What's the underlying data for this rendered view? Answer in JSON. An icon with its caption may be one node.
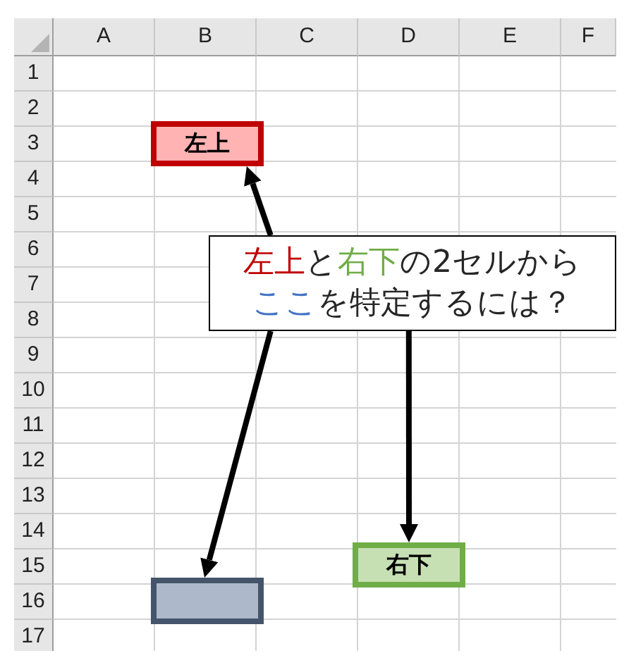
{
  "diagram": {
    "nodes": [
      {
        "text": [
          "左上"
        ]
      },
      {
        "text": [
          "左上と右下の2セルからここを特定するには？"
        ]
      },
      {
        "text": [
          "右下"
        ]
      },
      {
        "text": [],
        "shape": "box"
      }
    ],
    "edges": [
      {
        "from": 1,
        "to": 0,
        "arrow": "to"
      },
      {
        "from": 1,
        "to": 3,
        "arrow": "to"
      },
      {
        "from": 1,
        "to": 2,
        "arrow": "to"
      }
    ],
    "labels": [
      "A",
      "B",
      "C",
      "D",
      "E",
      "F",
      "1",
      "2",
      "3",
      "4",
      "5",
      "6",
      "7",
      "8",
      "9",
      "10",
      "11",
      "12",
      "13",
      "14",
      "15",
      "16",
      "17"
    ]
  }
}
